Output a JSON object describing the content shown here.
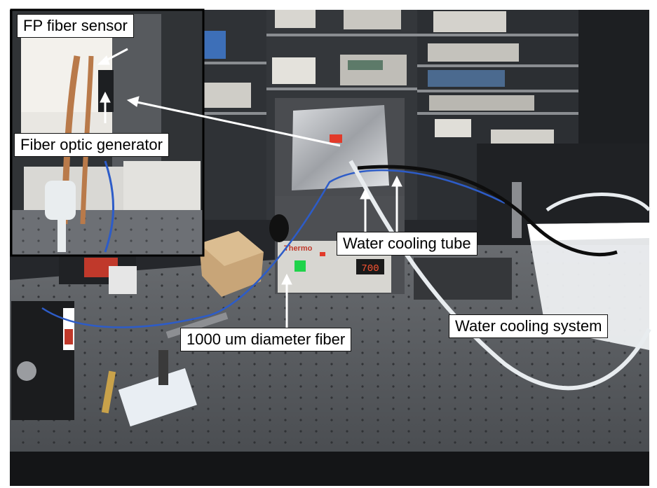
{
  "labels": {
    "fp_sensor": "FP fiber sensor",
    "generator": "Fiber optic generator",
    "tube": "Water cooling tube",
    "system": "Water cooling system",
    "fiber": "1000 um diameter fiber"
  },
  "furnace": {
    "brand": "Thermo",
    "readout": "700"
  },
  "colors": {
    "arrow": "#ffffff",
    "inset_border": "#000000",
    "table": "#5b5e62"
  }
}
